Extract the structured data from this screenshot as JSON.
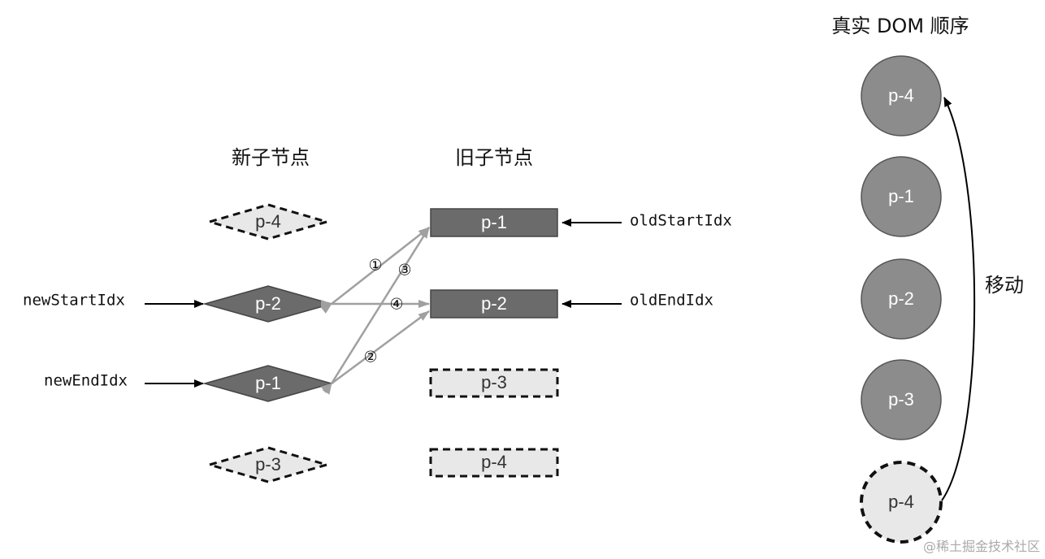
{
  "headings": {
    "new_children": "新子节点",
    "old_children": "旧子节点",
    "real_dom": "真实 DOM 顺序"
  },
  "new_nodes": [
    {
      "label": "p-4",
      "state": "unprocessed"
    },
    {
      "label": "p-2",
      "state": "active"
    },
    {
      "label": "p-1",
      "state": "active"
    },
    {
      "label": "p-3",
      "state": "unprocessed"
    }
  ],
  "old_nodes": [
    {
      "label": "p-1",
      "state": "active"
    },
    {
      "label": "p-2",
      "state": "active"
    },
    {
      "label": "p-3",
      "state": "unprocessed"
    },
    {
      "label": "p-4",
      "state": "unprocessed"
    }
  ],
  "pointers": {
    "new_start": "newStartIdx",
    "new_end": "newEndIdx",
    "old_start": "oldStartIdx",
    "old_end": "oldEndIdx"
  },
  "comparison_steps": [
    "①",
    "②",
    "③",
    "④"
  ],
  "dom_order": [
    {
      "label": "p-4",
      "state": "normal"
    },
    {
      "label": "p-1",
      "state": "normal"
    },
    {
      "label": "p-2",
      "state": "normal"
    },
    {
      "label": "p-3",
      "state": "normal"
    },
    {
      "label": "p-4",
      "state": "moved-from"
    }
  ],
  "move_label": "移动",
  "watermark": "@稀土掘金技术社区",
  "colors": {
    "active_fill": "#6b6b6b",
    "unprocessed_fill": "#e8e8e8",
    "dom_fill": "#8c8c8c",
    "comparison_arrow": "#a0a0a0",
    "pointer_arrow": "#000000"
  }
}
